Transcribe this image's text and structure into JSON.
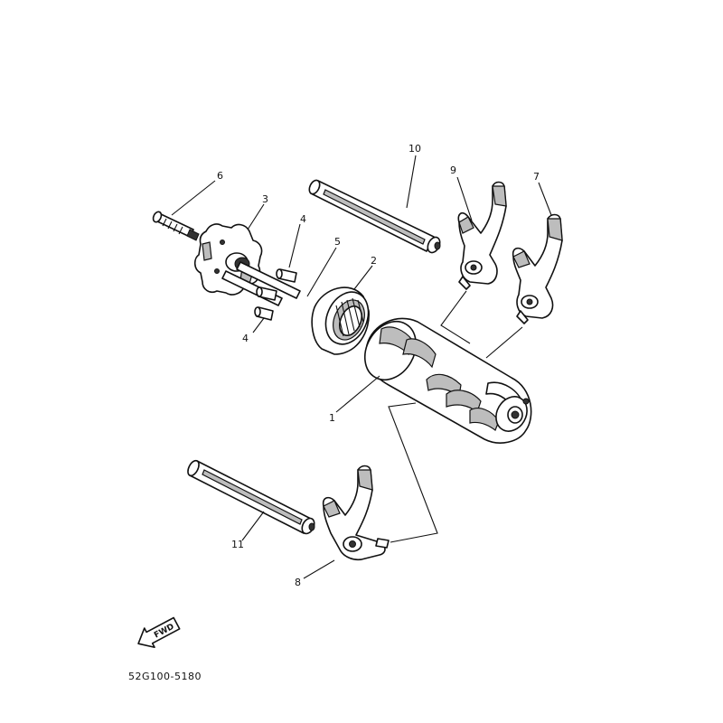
{
  "diagram": {
    "callouts": [
      "1",
      "2",
      "3",
      "4",
      "4",
      "5",
      "6",
      "7",
      "8",
      "9",
      "10",
      "11"
    ],
    "direction_label": "FWD",
    "drawing_code": "52G100-5180"
  },
  "colors": {
    "line": "#111111",
    "shading": "#bdbdbd",
    "background": "#ffffff"
  },
  "icons": {
    "direction": "forward-arrow-icon"
  }
}
